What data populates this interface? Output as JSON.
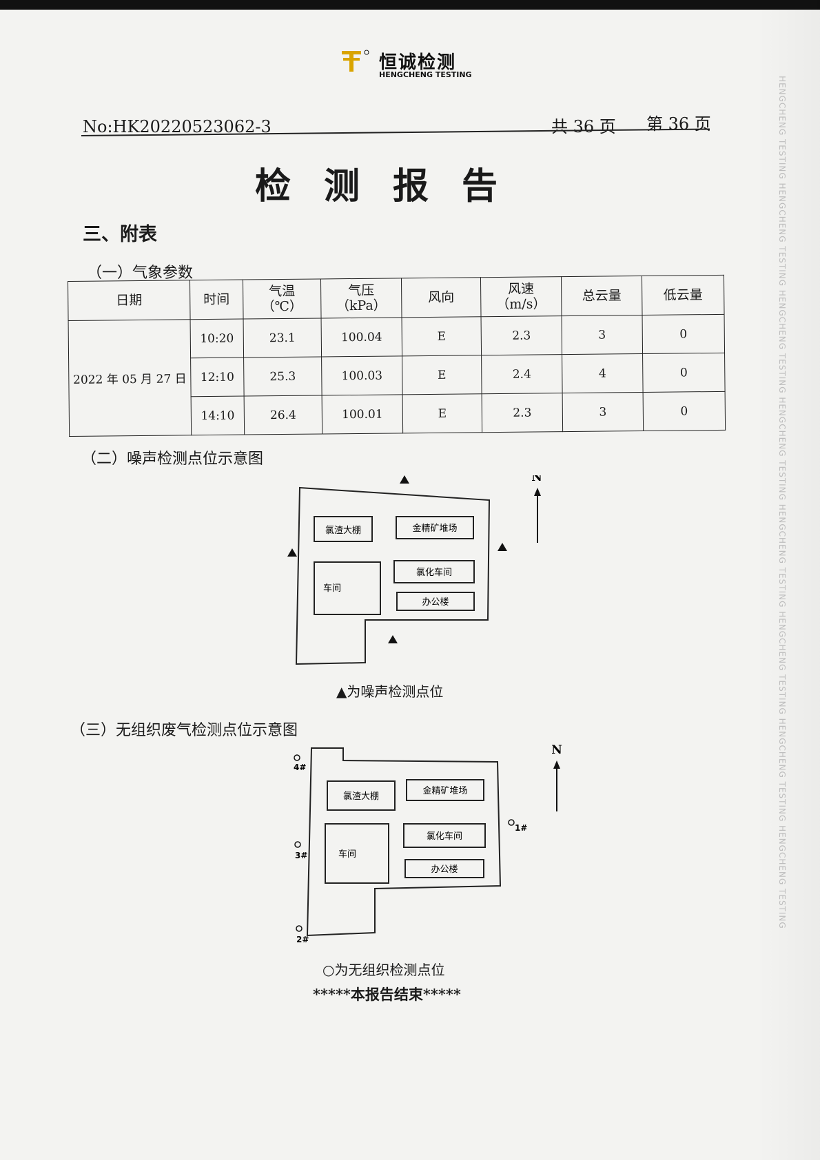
{
  "logo": {
    "name": "恒诚检测",
    "english": "HENGCHENG TESTING"
  },
  "header": {
    "report_no": "No:HK20220523062-3",
    "pages_total": "共 36 页",
    "page_current": "第 36 页"
  },
  "title": "检测报告",
  "section": "三、附表",
  "weather": {
    "heading": "（一）气象参数",
    "columns": [
      "日期",
      "时间",
      "气温",
      "（℃）",
      "气压",
      "（kPa）",
      "风向",
      "风速",
      "（m/s）",
      "总云量",
      "低云量"
    ],
    "date": "2022 年 05 月 27 日",
    "rows": [
      {
        "time": "10:20",
        "temp": "23.1",
        "pressure": "100.04",
        "wind_dir": "E",
        "wind_speed": "2.3",
        "total_cloud": "3",
        "low_cloud": "0"
      },
      {
        "time": "12:10",
        "temp": "25.3",
        "pressure": "100.03",
        "wind_dir": "E",
        "wind_speed": "2.4",
        "total_cloud": "4",
        "low_cloud": "0"
      },
      {
        "time": "14:10",
        "temp": "26.4",
        "pressure": "100.01",
        "wind_dir": "E",
        "wind_speed": "2.3",
        "total_cloud": "3",
        "low_cloud": "0"
      }
    ]
  },
  "noise_map": {
    "heading": "（二）噪声检测点位示意图",
    "north": "N",
    "buildings": [
      "氯渣大棚",
      "金精矿堆场",
      "氯化车间",
      "车间",
      "办公楼"
    ],
    "caption": "▲为噪声检测点位"
  },
  "gas_map": {
    "heading": "（三）无组织废气检测点位示意图",
    "north": "N",
    "buildings": [
      "氯渣大棚",
      "金精矿堆场",
      "氯化车间",
      "车间",
      "办公楼"
    ],
    "points": [
      "4#",
      "1#",
      "3#",
      "2#"
    ],
    "caption": "○为无组织检测点位"
  },
  "end_mark": "*****本报告结束*****",
  "side_watermark": "HENGCHENG TESTING HENGCHENG TESTING HENGCHENG TESTING HENGCHENG TESTING HENGCHENG TESTING HENGCHENG TESTING HENGCHENG TESTING HENGCHENG TESTING"
}
